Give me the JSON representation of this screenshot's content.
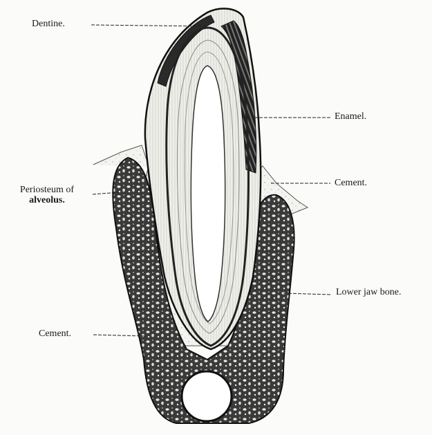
{
  "figure": {
    "labels": {
      "dentine": "Dentine.",
      "enamel": "Enamel.",
      "cement_upper": "Cement.",
      "periosteum_line1": "Periosteum of",
      "periosteum_line2": "alveolus.",
      "lower_jaw_bone": "Lower jaw bone.",
      "cement_lower": "Cement."
    }
  }
}
